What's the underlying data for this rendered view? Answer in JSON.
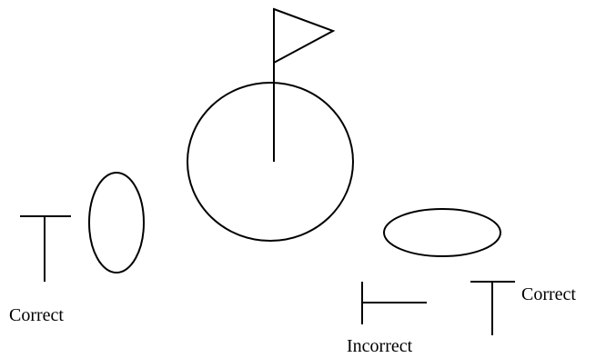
{
  "labels": {
    "left_tee": "Correct",
    "right_tee": "Correct",
    "sideways_tee": "Incorrect"
  },
  "colors": {
    "stroke": "#000000",
    "background": "#ffffff"
  }
}
